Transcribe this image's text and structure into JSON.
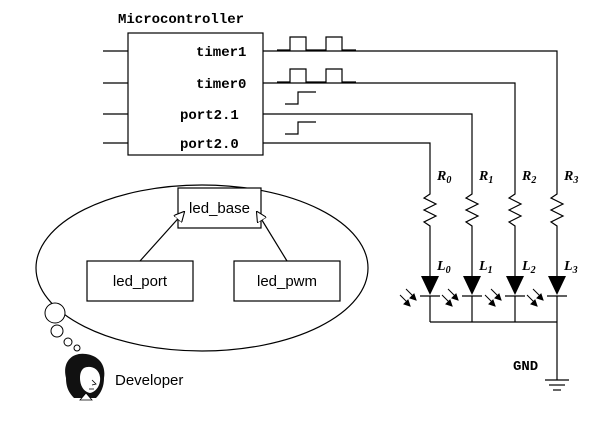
{
  "mcu": {
    "title": "Microcontroller",
    "pins": {
      "timer1": "timer1",
      "timer0": "timer0",
      "port21": "port2.1",
      "port20": "port2.0"
    }
  },
  "uml": {
    "base": "led_base",
    "port": "led_port",
    "pwm": "led_pwm"
  },
  "developer": "Developer",
  "ground": "GND",
  "resistors": [
    {
      "name": "R",
      "sub": "0"
    },
    {
      "name": "R",
      "sub": "1"
    },
    {
      "name": "R",
      "sub": "2"
    },
    {
      "name": "R",
      "sub": "3"
    }
  ],
  "leds": [
    {
      "name": "L",
      "sub": "0"
    },
    {
      "name": "L",
      "sub": "1"
    },
    {
      "name": "L",
      "sub": "2"
    },
    {
      "name": "L",
      "sub": "3"
    }
  ]
}
